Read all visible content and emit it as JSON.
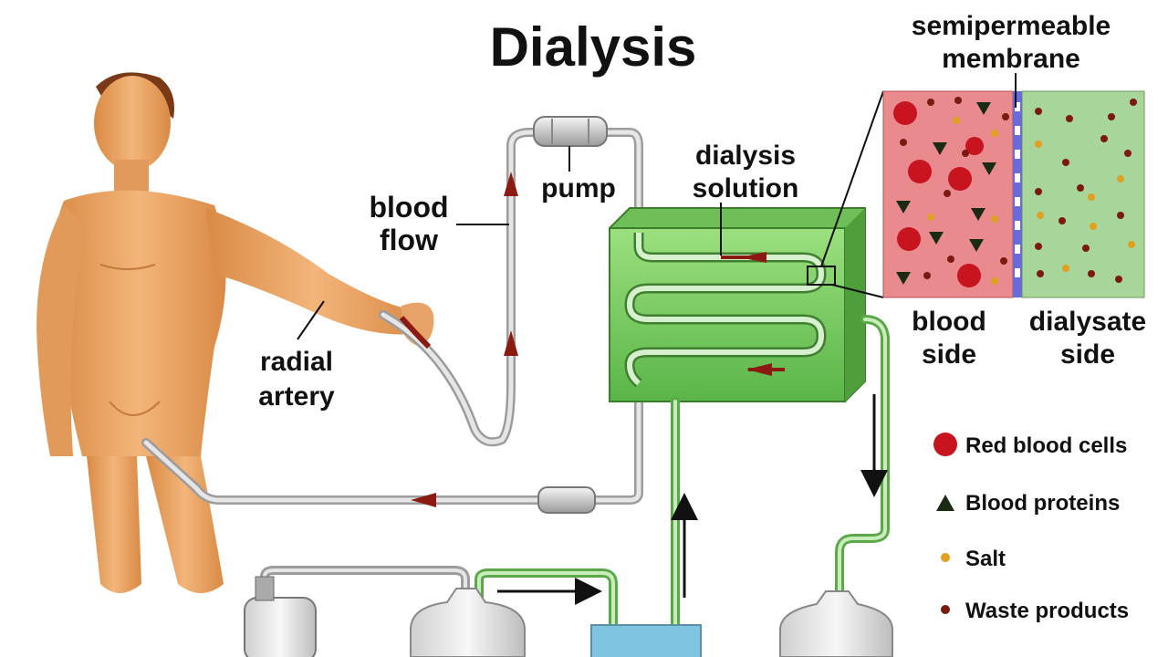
{
  "title": "Dialysis",
  "labels": {
    "membrane_line1": "semipermeable",
    "membrane_line2": "membrane",
    "pump": "pump",
    "blood_flow_line1": "blood",
    "blood_flow_line2": "flow",
    "dialysis_solution_line1": "dialysis",
    "dialysis_solution_line2": "solution",
    "radial_artery_line1": "radial",
    "radial_artery_line2": "artery",
    "blood_side_line1": "blood",
    "blood_side_line2": "side",
    "dialysate_side_line1": "dialysate",
    "dialysate_side_line2": "side"
  },
  "legend": {
    "red_blood_cells": "Red blood cells",
    "blood_proteins": "Blood proteins",
    "salt": "Salt",
    "waste_products": "Waste products"
  },
  "colors": {
    "red_cell": "#c8141e",
    "protein": "#1b2a12",
    "salt": "#e0a020",
    "waste": "#7a1a10",
    "blood_side_bg": "#e98a8e",
    "dialysate_side_bg": "#a8d59a",
    "tank": "#7fcf6a",
    "arrow": "#8b1a12"
  }
}
